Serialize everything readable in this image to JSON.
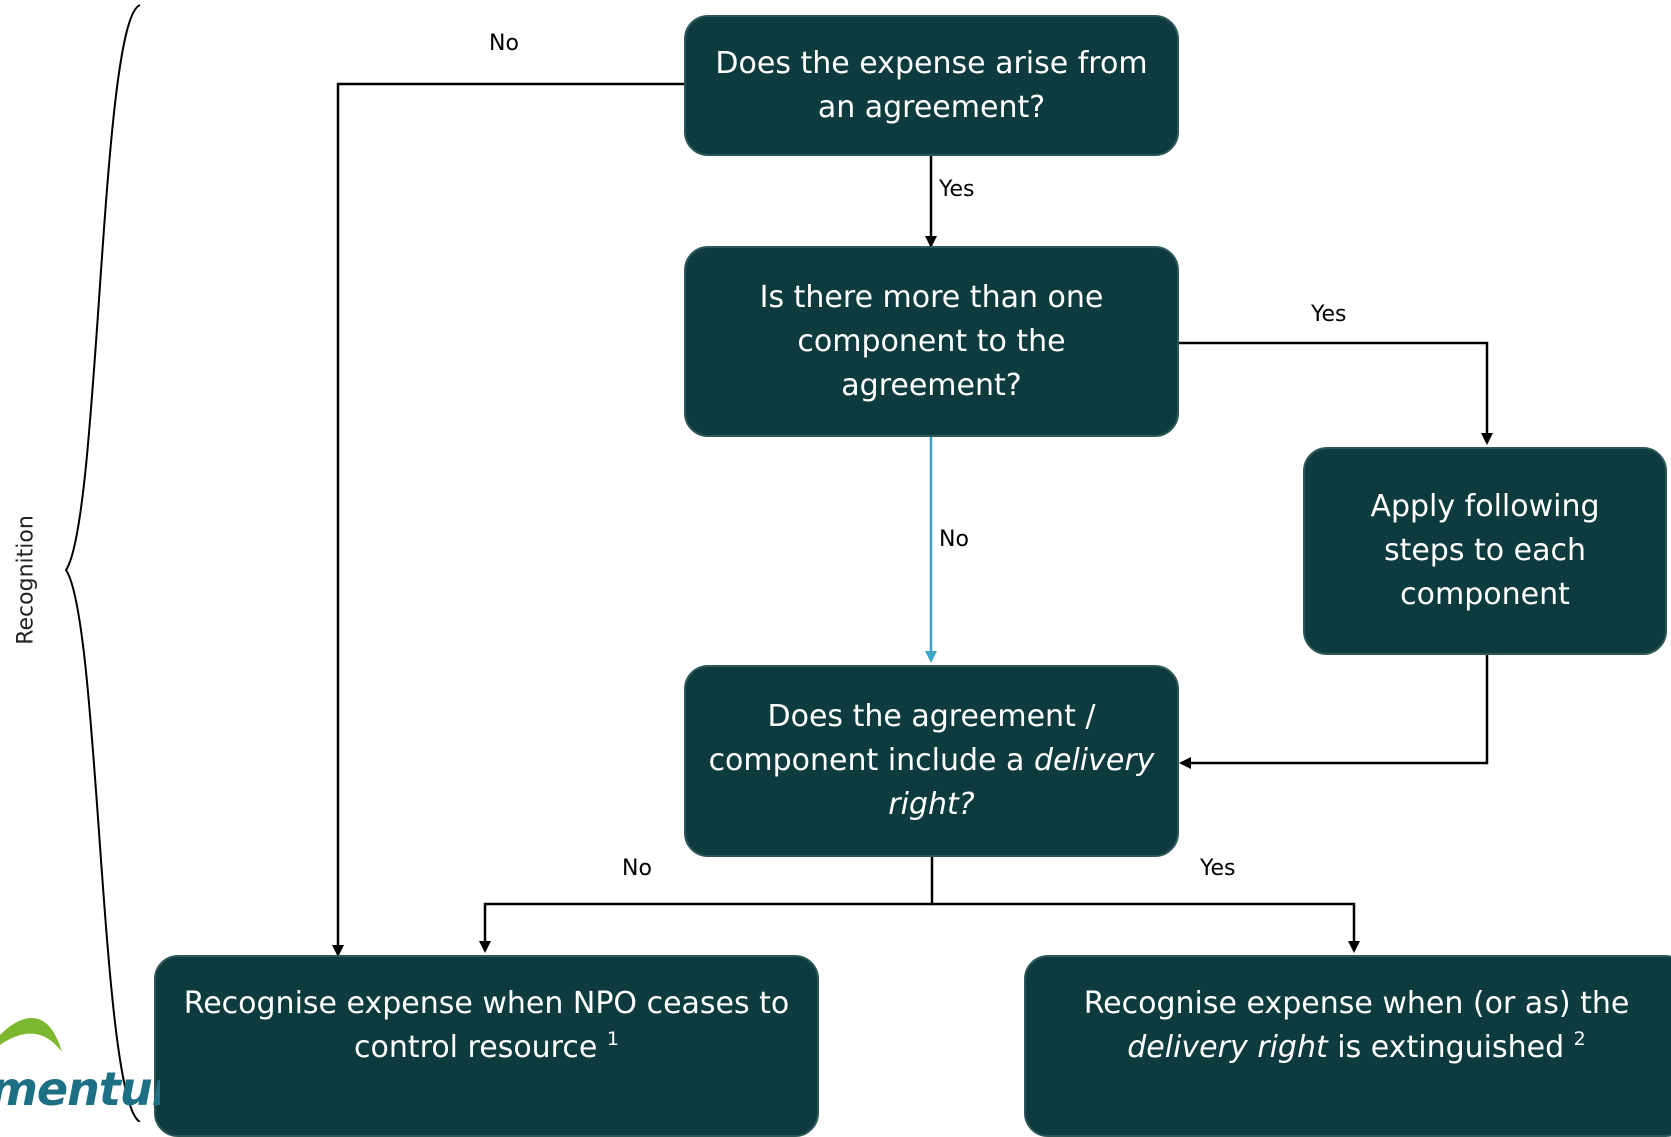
{
  "nodes": {
    "q_agreement": {
      "lines": [
        "Does the expense arise from",
        "an agreement?"
      ]
    },
    "q_components": {
      "lines": [
        "Is there more than one",
        "component to the",
        "agreement?"
      ]
    },
    "apply_steps": {
      "lines": [
        "Apply following",
        "steps to each",
        "component"
      ]
    },
    "q_delivery": {
      "line1": "Does the agreement /",
      "line2_prefix": "component include a ",
      "line2_em": "delivery",
      "line3_em": "right?"
    },
    "recognise_control": {
      "line1": "Recognise expense when NPO ceases to",
      "line2": "control resource ",
      "sup": "1"
    },
    "recognise_delivery": {
      "line1": "Recognise expense when (or as) the",
      "line2_em": "delivery right",
      "line2_suffix": " is extinguished ",
      "sup": "2"
    }
  },
  "edge_labels": {
    "no_agreement": "No",
    "yes_agreement": "Yes",
    "yes_components": "Yes",
    "no_components": "No",
    "no_delivery": "No",
    "yes_delivery": "Yes"
  },
  "brace_label": "Recognition",
  "logo": {
    "text": "mentum"
  },
  "colors": {
    "node_fill": "#0d3b3e",
    "node_border": "#2c5759",
    "connector": "#000000",
    "highlight_connector": "#3aa6c8",
    "logo_blue": "#1d6f84",
    "logo_green": "#7cb82f"
  }
}
